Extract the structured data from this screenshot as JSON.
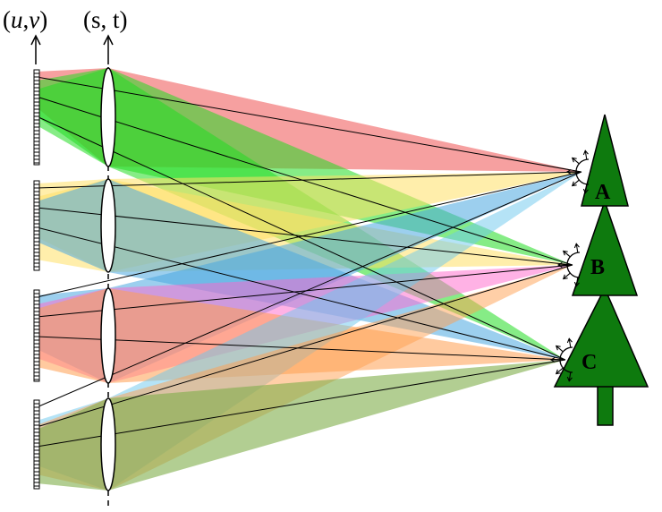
{
  "labels": {
    "uv": {
      "open": "(",
      "u": "u",
      "comma": ",",
      "v": "v",
      "close": ")"
    },
    "st": "(s, t)"
  },
  "points": [
    "A",
    "B",
    "C"
  ],
  "colors": {
    "red": "#f06060",
    "green": "#22dd22",
    "lime": "#8fd43a",
    "yellow": "#ffe066",
    "blue": "#4aa8e0",
    "orange": "#ff9f50",
    "pink": "#ff66cc",
    "olive": "#7fae4a",
    "purple": "#7040d0",
    "cyan": "#6cc8ee",
    "tree": "#0e7a0e"
  }
}
